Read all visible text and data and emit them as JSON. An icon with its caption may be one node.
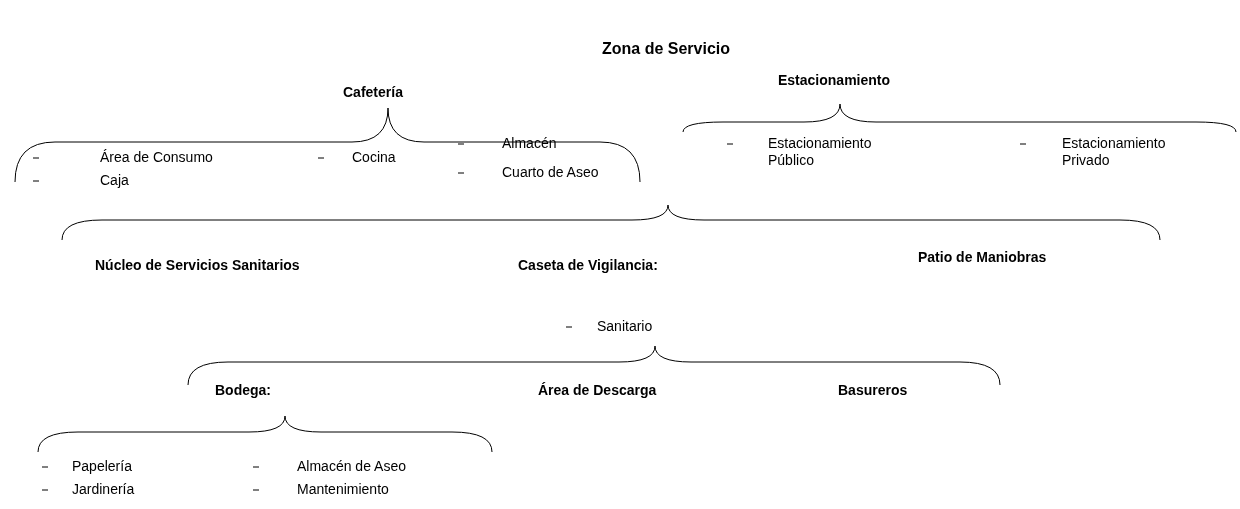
{
  "diagram": {
    "title": "Zona de Servicio",
    "labels": [
      "Cafetería",
      "Estacionamiento",
      "Área de Consumo",
      "Caja",
      "Cocina",
      "Almacén",
      "Cuarto de Aseo",
      "Estacionamiento Público",
      "Estacionamiento Privado",
      "Núcleo de Servicios Sanitarios",
      "Caseta de Vigilancia:",
      "Patio de Maniobras",
      "Sanitario",
      "Bodega:",
      "Área de Descarga",
      "Basureros",
      "Papelería",
      "Jardinería",
      "Almacén de Aseo",
      "Mantenimiento"
    ]
  }
}
